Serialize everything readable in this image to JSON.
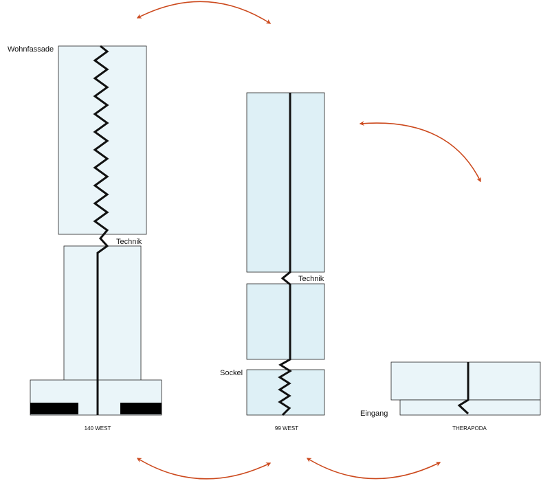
{
  "colors": {
    "arrow": "#cc4a1e",
    "facade_light": "#eaf5f9",
    "facade": "#def0f6",
    "outline": "#222222",
    "spine": "#111111"
  },
  "buildings": [
    {
      "caption": "140 WEST",
      "labels": {
        "top": "Wohnfassade",
        "middle": "Technik"
      }
    },
    {
      "caption": "99 WEST",
      "labels": {
        "middle": "Technik",
        "bottom": "Sockel"
      }
    },
    {
      "caption": "THERAPODA",
      "labels": {
        "bottom": "Eingang"
      }
    }
  ],
  "arrows": [
    {
      "from": "140 WEST",
      "to": "99 WEST",
      "style": "double-headed"
    },
    {
      "from": "99 WEST",
      "to": "THERAPODA",
      "style": "double-headed"
    },
    {
      "from": "140 WEST",
      "to": "99 WEST",
      "style": "double-headed"
    },
    {
      "from": "99 WEST",
      "to": "THERAPODA",
      "style": "double-headed"
    }
  ]
}
